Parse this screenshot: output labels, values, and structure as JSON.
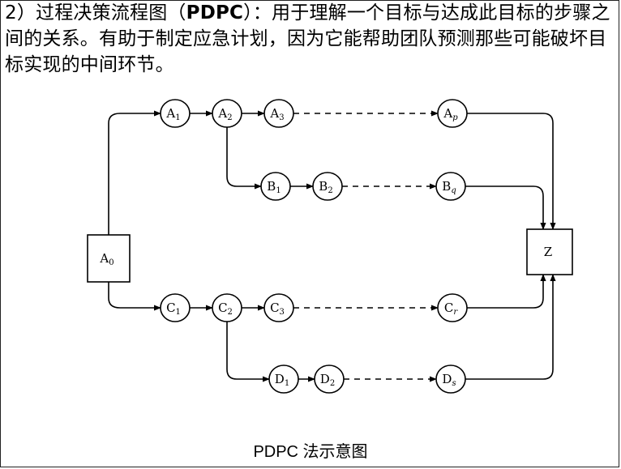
{
  "intro": {
    "prefix": "2）过程决策流程图（",
    "term": "PDPC",
    "rest": "）：用于理解一个目标与达成此目标的步骤之间的关系。有助于制定应急计划，因为它能帮助团队预测那些可能破坏目标实现的中间环节。"
  },
  "diagram": {
    "start": {
      "main": "A",
      "sub": "0"
    },
    "end": {
      "main": "Z",
      "sub": ""
    },
    "rows": [
      {
        "id": "row-a",
        "nodes": [
          {
            "main": "A",
            "sub": "1"
          },
          {
            "main": "A",
            "sub": "2"
          },
          {
            "main": "A",
            "sub": "3"
          }
        ],
        "last": {
          "main": "A",
          "sub": "p"
        }
      },
      {
        "id": "row-b",
        "nodes": [
          {
            "main": "B",
            "sub": "1"
          },
          {
            "main": "B",
            "sub": "2"
          }
        ],
        "last": {
          "main": "B",
          "sub": "q"
        }
      },
      {
        "id": "row-c",
        "nodes": [
          {
            "main": "C",
            "sub": "1"
          },
          {
            "main": "C",
            "sub": "2"
          },
          {
            "main": "C",
            "sub": "3"
          }
        ],
        "last": {
          "main": "C",
          "sub": "r"
        }
      },
      {
        "id": "row-d",
        "nodes": [
          {
            "main": "D",
            "sub": "1"
          },
          {
            "main": "D",
            "sub": "2"
          }
        ],
        "last": {
          "main": "D",
          "sub": "s"
        }
      }
    ]
  },
  "caption": "PDPC 法示意图"
}
